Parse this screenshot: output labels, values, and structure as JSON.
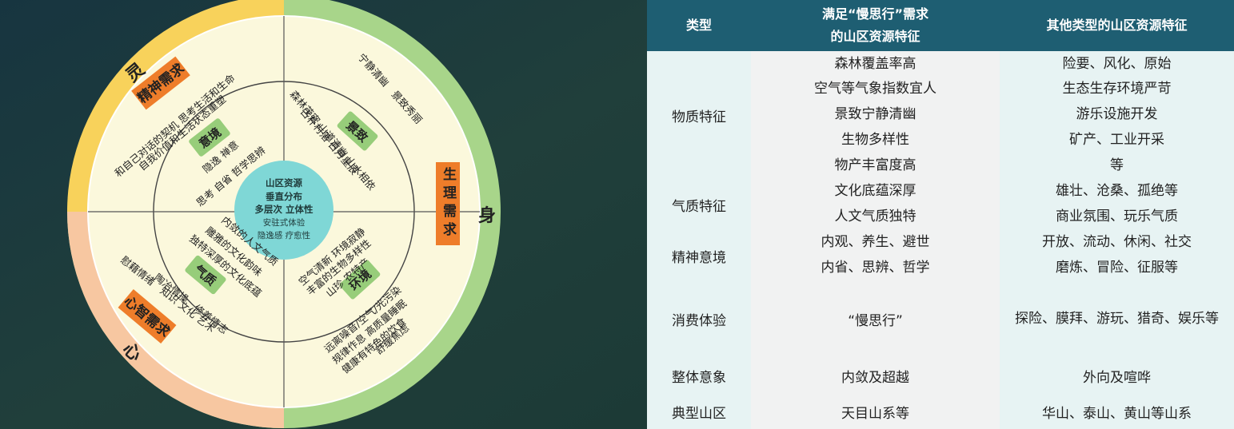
{
  "diagram": {
    "center_lines": [
      "山区资源",
      "垂直分布",
      "多层次 立体性",
      "安驻式体验",
      "隐逸感 疗愈性"
    ],
    "outer_chars": {
      "top_left": "灵",
      "right": "身",
      "bottom_left": "心"
    },
    "needs": {
      "spiritual": "精神需求",
      "physiological": "生理需求",
      "mental": "心智需求"
    },
    "labels": {
      "yijing": "意境",
      "jingzhi": "景致",
      "qizhi": "气质",
      "huanjing": "环境"
    },
    "texts": {
      "spiritual_1": "和自己对话的契机 思考生活和生命",
      "spiritual_2": "自我价值和生活状态重塑",
      "phys_1": "宁静清幽　景致秀丽",
      "yijing_1": "隐逸 禅意",
      "yijing_2": "思考 自省 哲学思辨",
      "jingzhi_1": "森林茂密 山道清幽 山水相依",
      "jingzhi_2": "古朴村落 日月星辰",
      "qizhi_1": "内敛的人文气质",
      "qizhi_2": "雕雅的文化韵味",
      "qizhi_3": "独特深厚的文化底蕴",
      "huanjing_1": "空气清新 环境寂静",
      "huanjing_2": "丰富的生物多样性",
      "huanjing_3": "山珍 农特产",
      "mental_1": "慰藉情绪　知识 文化 艺术",
      "mental_2": "陶冶情操　修养情志",
      "phys_2": "远离噪音/空气/光污染",
      "phys_3": "规律作息 高质量睡眠",
      "phys_4": "健康有特色的饮食",
      "phys_5": "舒缓焦虑"
    }
  },
  "table": {
    "headers": [
      "类型",
      "满足“慢思行”需求",
      "的山区资源特征",
      "其他类型的山区资源特征"
    ],
    "rows": [
      {
        "type": "物质特征",
        "slow": [
          "森林覆盖率高",
          "空气等气象指数宜人",
          "景致宁静清幽",
          "生物多样性",
          "物产丰富度高"
        ],
        "other": [
          "险要、风化、原始",
          "生态生存环境严苛",
          "游乐设施开发",
          "矿产、工业开采",
          "等"
        ]
      },
      {
        "type": "气质特征",
        "slow": [
          "文化底蕴深厚",
          "人文气质独特"
        ],
        "other": [
          "雄壮、沧桑、孤绝等",
          "商业氛围、玩乐气质"
        ]
      },
      {
        "type": "精神意境",
        "slow": [
          "内观、养生、避世",
          "内省、思辨、哲学"
        ],
        "other": [
          "开放、流动、休闲、社交",
          "磨炼、冒险、征服等"
        ]
      },
      {
        "type": "消费体验",
        "slow": [
          "“慢思行”"
        ],
        "other": [
          "探险、膜拜、游玩、猎奇、娱乐等"
        ]
      },
      {
        "type": "整体意象",
        "slow": [
          "内敛及超越"
        ],
        "other": [
          "外向及喧哗"
        ]
      },
      {
        "type": "典型山区",
        "slow": [
          "天目山系等"
        ],
        "other": [
          "华山、泰山、黄山等山系"
        ]
      }
    ]
  },
  "colors": {
    "ring_yellow": "#f8d25b",
    "ring_green": "#a8d58a",
    "ring_peach": "#f7c7a1",
    "disc": "#fbf8dc",
    "center": "#7fd7d6",
    "label_green": "#97cd7a",
    "needs_orange": "#ee7d2a",
    "header": "#1e5e72"
  }
}
